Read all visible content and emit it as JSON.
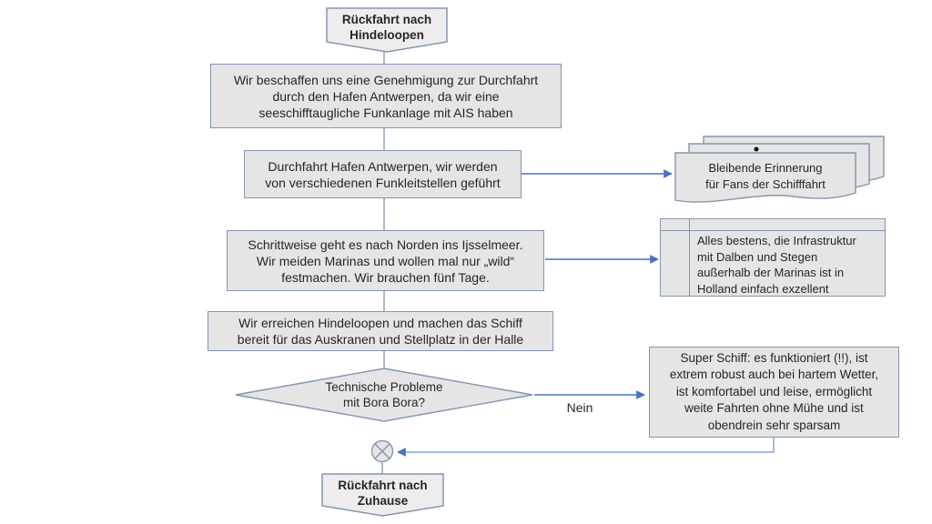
{
  "colors": {
    "shape-fill": "#e5e5e5",
    "banner-fill": "#ededed",
    "shape-border": "#8496b0",
    "arrow-blue": "#4472c4",
    "connector-gray": "#8d9cb0",
    "elbow-blue": "#87a3d1",
    "text": "#262626",
    "dot": "#111111",
    "canvas-bg": "#ffffff"
  },
  "flowchart": {
    "nodes": {
      "start": "Rückfahrt nach\nHindeloopen",
      "step_permission": "Wir beschaffen uns eine Genehmigung zur Durchfahrt\ndurch den Hafen Antwerpen, da wir eine\nseeschifftaugliche Funkanlage mit AIS haben",
      "step_transit": "Durchfahrt Hafen Antwerpen, wir werden\nvon verschiedenen Funkleitstellen geführt",
      "document_memory": "Bleibende Erinnerung\nfür Fans der Schifffahrt",
      "step_north": "Schrittweise geht es nach Norden ins Ijsselmeer.\nWir meiden Marinas und wollen mal nur „wild“\nfestmachen. Wir brauchen fünf Tage.",
      "note_infrastructure": "Alles bestens, die Infrastruktur\nmit Dalben und Stegen\naußerhalb der Marinas ist in\nHolland einfach exzellent",
      "step_arrival": "Wir erreichen Hindeloopen und machen das Schiff\nbereit für das Auskranen und Stellplatz in der Halle",
      "decision_problems": "Technische Probleme\nmit Bora Bora?",
      "result_ship": "Super Schiff: es funktioniert (!!), ist\nextrem robust auch bei hartem Wetter,\nist komfortabel und leise, ermöglicht\nweite Fahrten ohne Mühe und ist\nobendrein sehr sparsam",
      "end": "Rückfahrt nach\nZuhause"
    },
    "edge_labels": {
      "decision_no": "Nein"
    }
  }
}
